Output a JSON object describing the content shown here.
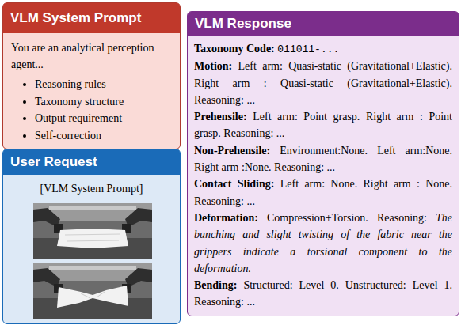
{
  "diagram": {
    "nodes": [
      {
        "text": [
          "VLM System Prompt",
          "You are an analytical perception agent...",
          "Reasoning rules",
          "Taxonomy structure",
          "Output requirement",
          "Self-correction"
        ]
      },
      {
        "text": [
          "User Request",
          "[VLM System Prompt]"
        ]
      },
      {
        "text": [
          "VLM Response",
          "Taxonomy Code:",
          "011011-...",
          "Motion:",
          "Left arm: Quasi-static (Gravitational+Elastic). Right arm : Quasi-static (Gravitational+Elastic). Reasoning: ...",
          "Prehensile:",
          "Left arm: Point grasp. Right arm : Point grasp. Reasoning: ...",
          "Non-Prehensile:",
          "Environment:None. Left arm:None. Right arm :None. Reasoning: ...",
          "Contact Sliding:",
          "Left arm: None. Right arm : None. Reasoning: ...",
          "Deformation:",
          "Compression+Torsion. Reasoning:",
          "The bunching and slight twisting of the fabric near the grippers indicate a torsional component to the deformation.",
          "Bending:",
          "Structured: Level 0. Unstructured: Level 1. Reasoning: ..."
        ]
      }
    ]
  }
}
